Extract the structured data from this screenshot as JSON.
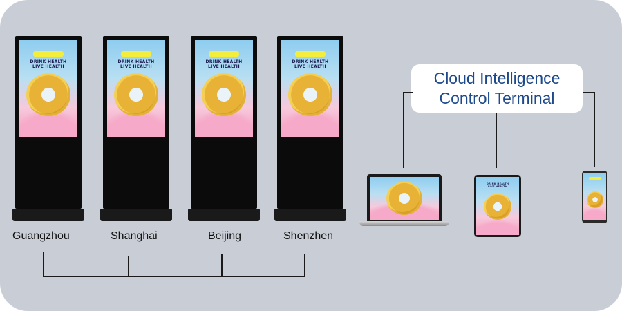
{
  "terminal": {
    "line1": "Cloud Intelligence",
    "line2": "Control Terminal"
  },
  "ad": {
    "line1": "DRINK HEALTH",
    "line2": "LIVE HEALTH"
  },
  "cities": [
    "Guangzhou",
    "Shanghai",
    "Beijing",
    "Shenzhen"
  ],
  "colors": {
    "panel": "#c9ced6",
    "terminal_text": "#1e4a8c",
    "lines": "#1a1a1a"
  },
  "devices": [
    "kiosk",
    "kiosk",
    "kiosk",
    "kiosk",
    "laptop",
    "tablet",
    "phone"
  ]
}
